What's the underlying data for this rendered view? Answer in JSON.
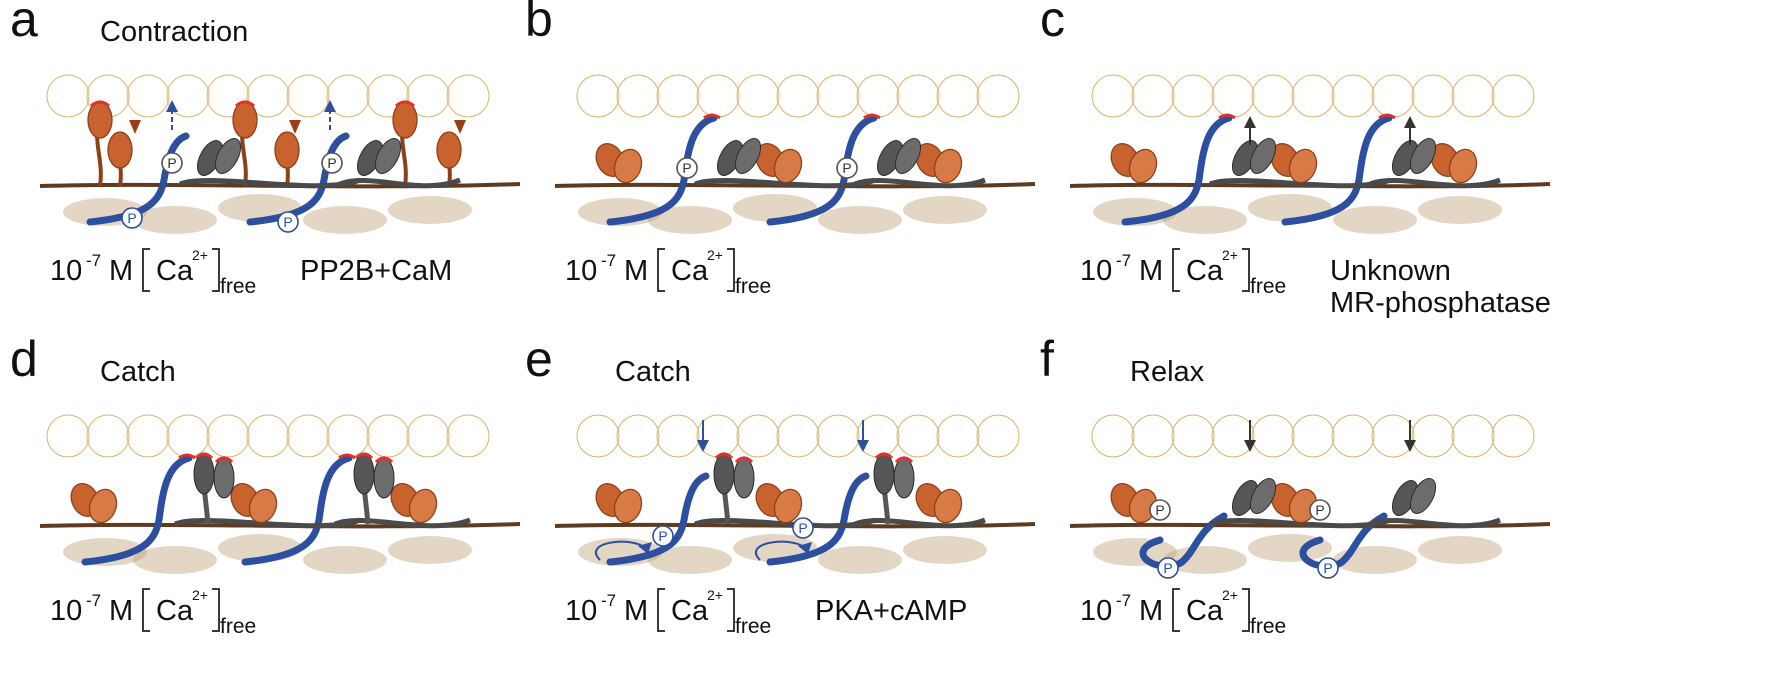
{
  "panels": [
    {
      "letter": "a",
      "title": "Contraction",
      "enzyme": [
        "PP2B+CaM"
      ]
    },
    {
      "letter": "b",
      "title": "",
      "enzyme": []
    },
    {
      "letter": "c",
      "title": "",
      "enzyme": [
        "Unknown",
        "MR-phosphatase"
      ]
    },
    {
      "letter": "d",
      "title": "Catch",
      "enzyme": []
    },
    {
      "letter": "e",
      "title": "Catch",
      "enzyme": [
        "PKA+cAMP"
      ]
    },
    {
      "letter": "f",
      "title": "Relax",
      "enzyme": []
    }
  ],
  "concentration": {
    "base": "10",
    "exponent": "-7",
    "unit": "M",
    "ion": "Ca",
    "charge": "2+",
    "subscript": "free"
  },
  "phospho_label": "P",
  "colors": {
    "actin": "#f6d48e",
    "actin_edge": "#d9b36a",
    "myosin_orange": "#c8632f",
    "myosin_gray": "#565656",
    "twitchin": "#2c4fa0",
    "filament_bg": "#dcc8a4",
    "actin_binding_tip": "#e0322c"
  }
}
